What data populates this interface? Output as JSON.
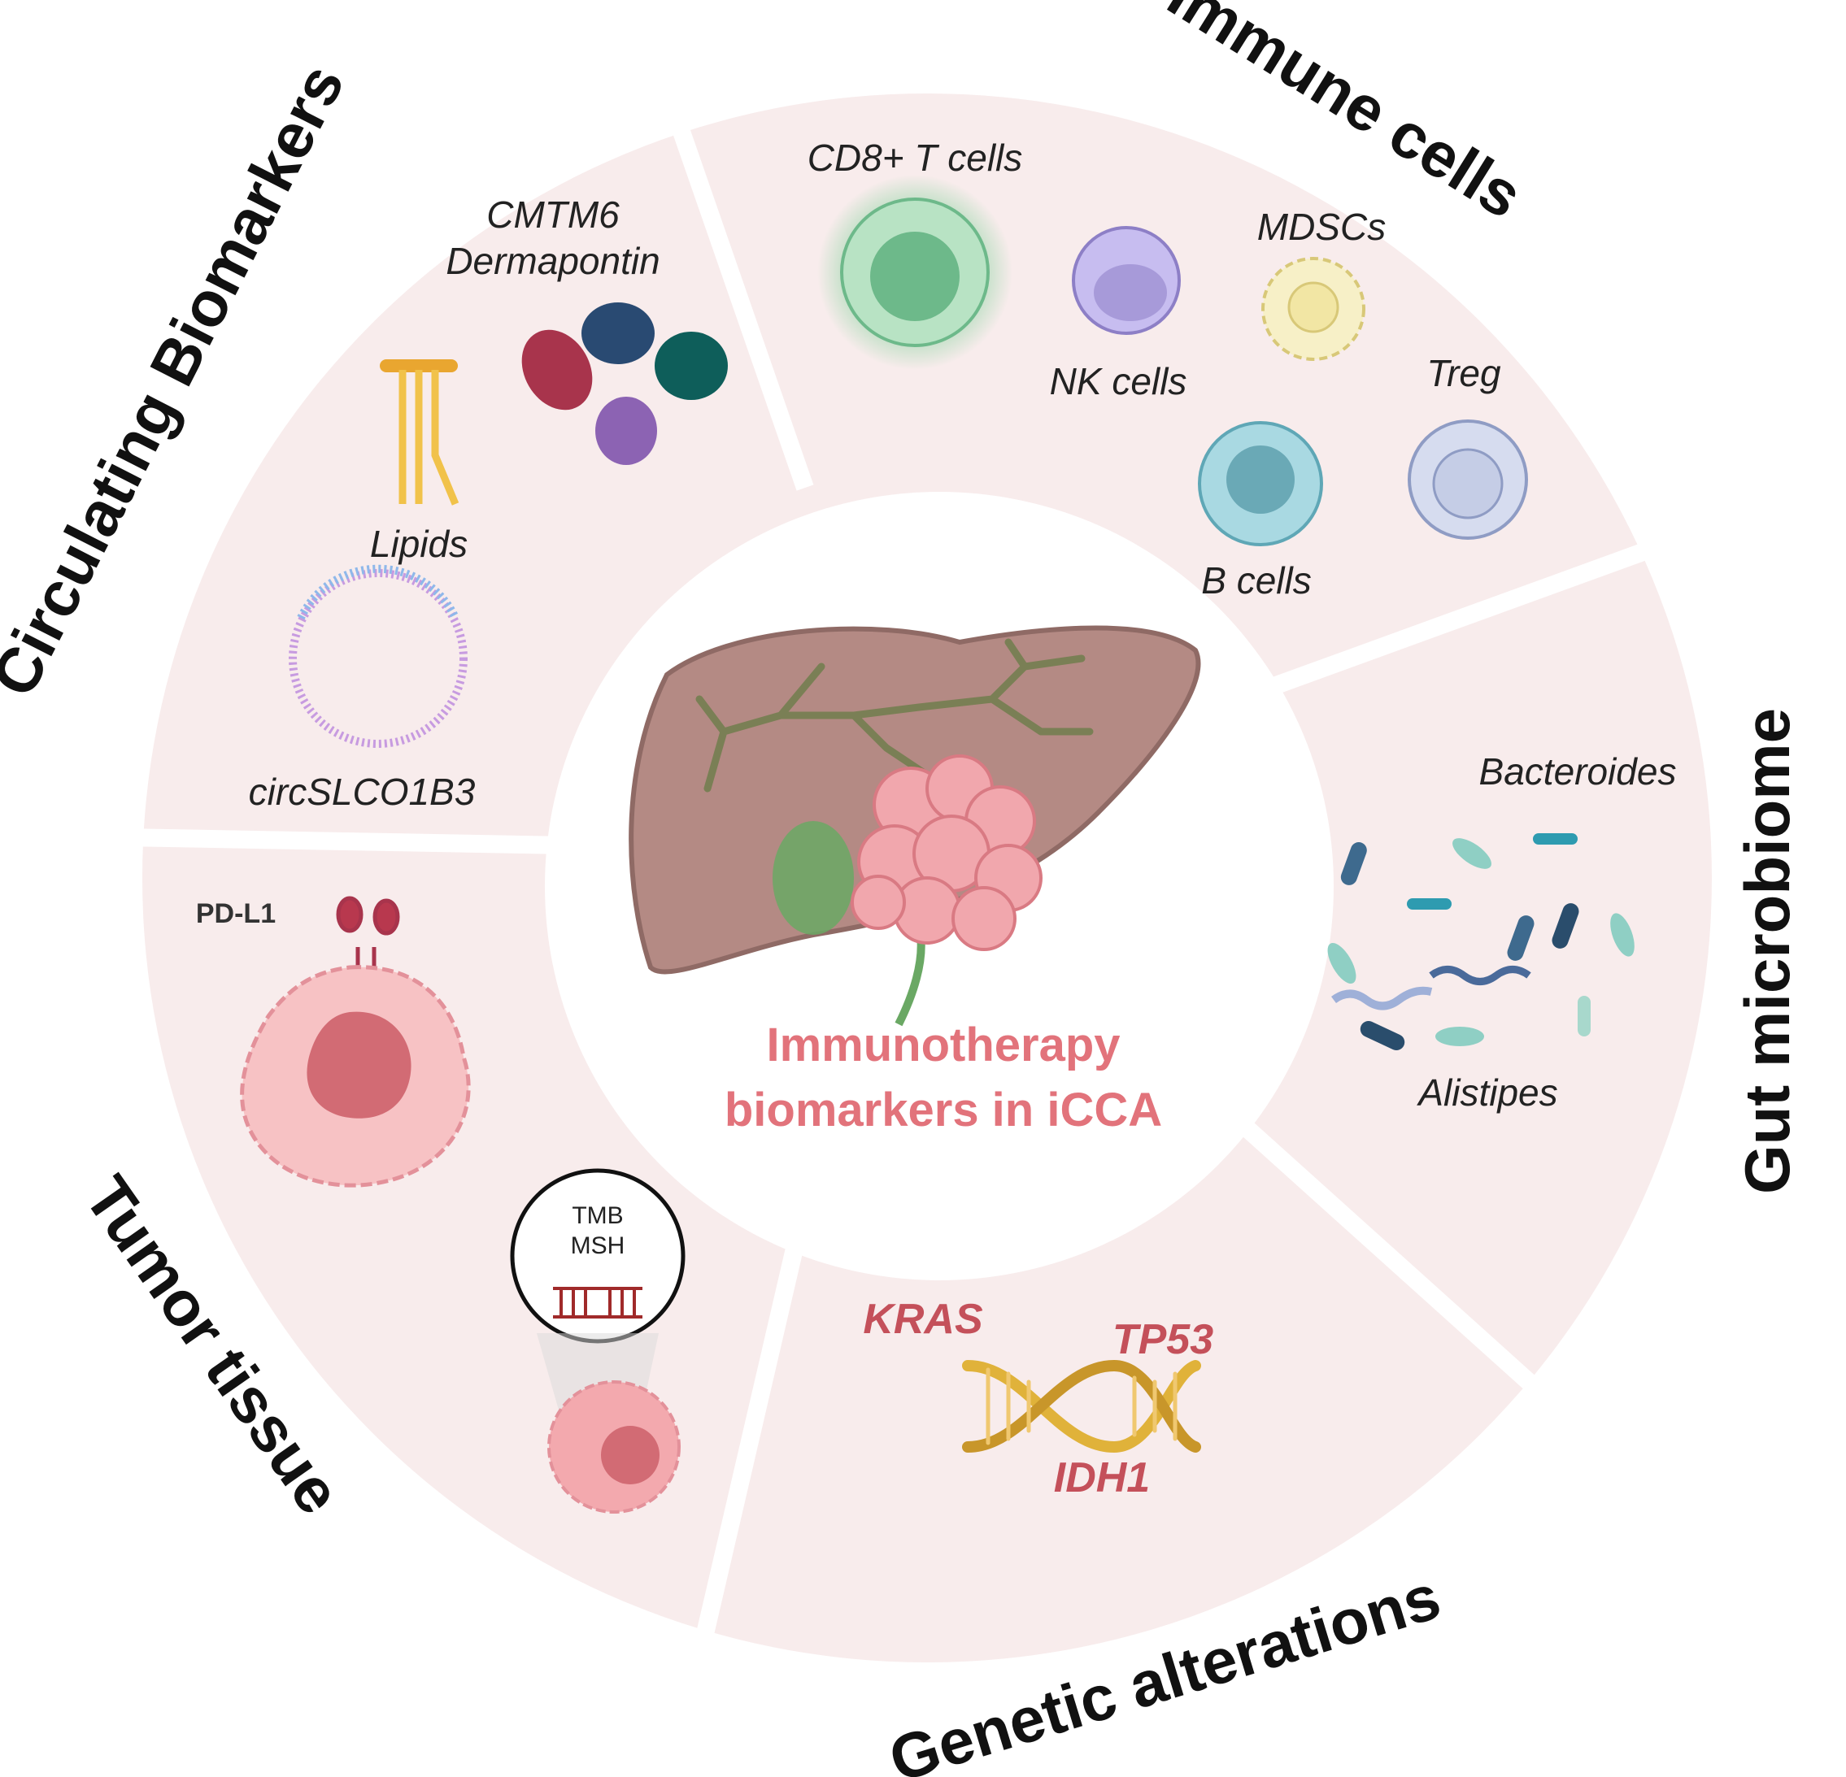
{
  "center": {
    "line1": "Immunotherapy",
    "line2": "biomarkers in iCCA"
  },
  "sectors": {
    "immune_cells": {
      "title": "Immune cells",
      "items": {
        "cd8": "CD8+ T cells",
        "nk": "NK cells",
        "mdsc": "MDSCs",
        "treg": "Treg",
        "bcells": "B cells"
      }
    },
    "circulating": {
      "title": "Circulating Biomarkers",
      "items": {
        "cmtm6": "CMTM6",
        "dermapontin": "Dermapontin",
        "lipids": "Lipids",
        "circ": "circSLCO1B3"
      }
    },
    "gut": {
      "title": "Gut microbiome",
      "items": {
        "bacteroides": "Bacteroides",
        "alistipes": "Alistipes"
      }
    },
    "tumor": {
      "title": "Tumor tissue",
      "items": {
        "pdl1": "PD-L1",
        "tmb": "TMB",
        "msh": "MSH"
      }
    },
    "genetic": {
      "title": "Genetic alterations",
      "items": {
        "kras": "KRAS",
        "tp53": "TP53",
        "idh1": "IDH1"
      }
    }
  },
  "colors": {
    "sector_fill": "#f8ecec",
    "center_text": "#e2737b",
    "gene_text": "#c4505a",
    "liver": "#b48a84",
    "tumor": "#f1a7ad",
    "cd8": "#6db98a",
    "nk": "#a79ad9",
    "mdsc": "#f2e6a4",
    "bcell": "#7cbfcc",
    "treg": "#b7c3e0"
  }
}
